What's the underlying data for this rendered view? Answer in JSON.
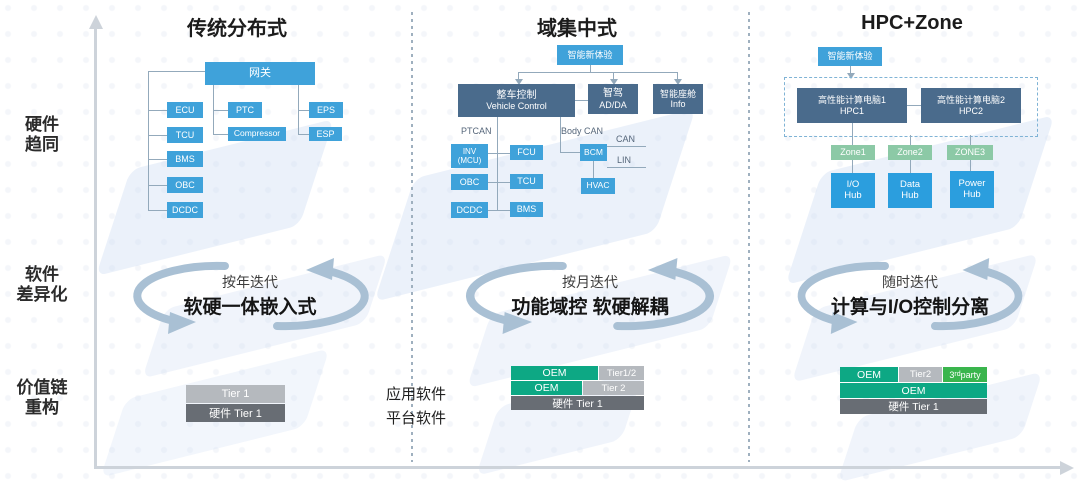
{
  "row_labels": [
    {
      "text": "硬件\n趋同"
    },
    {
      "text": "软件\n差异化"
    },
    {
      "text": "价值链\n重构"
    }
  ],
  "columns": [
    {
      "title": "传统分布式"
    },
    {
      "title": "域集中式"
    },
    {
      "title": "HPC+Zone"
    }
  ],
  "col1": {
    "gateway": "网关",
    "left_stack": [
      "ECU",
      "TCU",
      "BMS",
      "OBC",
      "DCDC"
    ],
    "mid_stack": [
      "PTC",
      "Compressor"
    ],
    "right_stack": [
      "EPS",
      "ESP"
    ]
  },
  "col2": {
    "top_box": "智能新体验",
    "domains": [
      {
        "cn": "整车控制",
        "en": "Vehicle Control"
      },
      {
        "cn": "智驾",
        "en": "AD/DA"
      },
      {
        "cn": "智能座舱",
        "en": "Info"
      }
    ],
    "bus_labels": {
      "ptcan": "PTCAN",
      "body_can": "Body CAN",
      "can": "CAN",
      "lin": "LIN"
    },
    "left_stack": [
      "INV\n(MCU)",
      "OBC",
      "DCDC"
    ],
    "mid_stack": [
      "FCU",
      "TCU",
      "BMS"
    ],
    "bcm": "BCM",
    "hvac": "HVAC"
  },
  "col3": {
    "top_box": "智能新体验",
    "hpc1": {
      "cn": "高性能计算电脑1",
      "en": "HPC1"
    },
    "hpc2": {
      "cn": "高性能计算电脑2",
      "en": "HPC2"
    },
    "zones": [
      "Zone1",
      "Zone2",
      "ZONE3"
    ],
    "hubs": [
      "I/O\nHub",
      "Data\nHub",
      "Power\nHub"
    ]
  },
  "software_row": [
    {
      "iteration": "按年迭代",
      "feature": "软硬一体嵌入式"
    },
    {
      "iteration": "按月迭代",
      "feature": "功能域控 软硬解耦"
    },
    {
      "iteration": "随时迭代",
      "feature": "计算与I/O控制分离"
    }
  ],
  "value_chain": {
    "app_label": "应用软件",
    "platform_label": "平台软件",
    "col1": {
      "r1": "Tier 1",
      "r2": "硬件 Tier 1"
    },
    "col2": {
      "r1a": "OEM",
      "r1b": "Tier1/2",
      "r2a": "OEM",
      "r2b": "Tier 2",
      "r3": "硬件 Tier 1"
    },
    "col3": {
      "r1a": "OEM",
      "r1b": "Tier2",
      "r1c": {
        "base": "3",
        "sup": "rd",
        "rest": " party"
      },
      "r2": "OEM",
      "r3": "硬件 Tier 1"
    }
  },
  "colors": {
    "box_blue": "#3fa2da",
    "domain_slate": "#4a6b8c",
    "hub_blue": "#2b9ede",
    "zone_green": "#8cc9a6",
    "oem_teal": "#0da884",
    "third_party_green": "#3ab54d",
    "tier_light_gray": "#b5b9be",
    "hardware_dark_gray": "#686d74",
    "connector": "#93a9bb"
  }
}
